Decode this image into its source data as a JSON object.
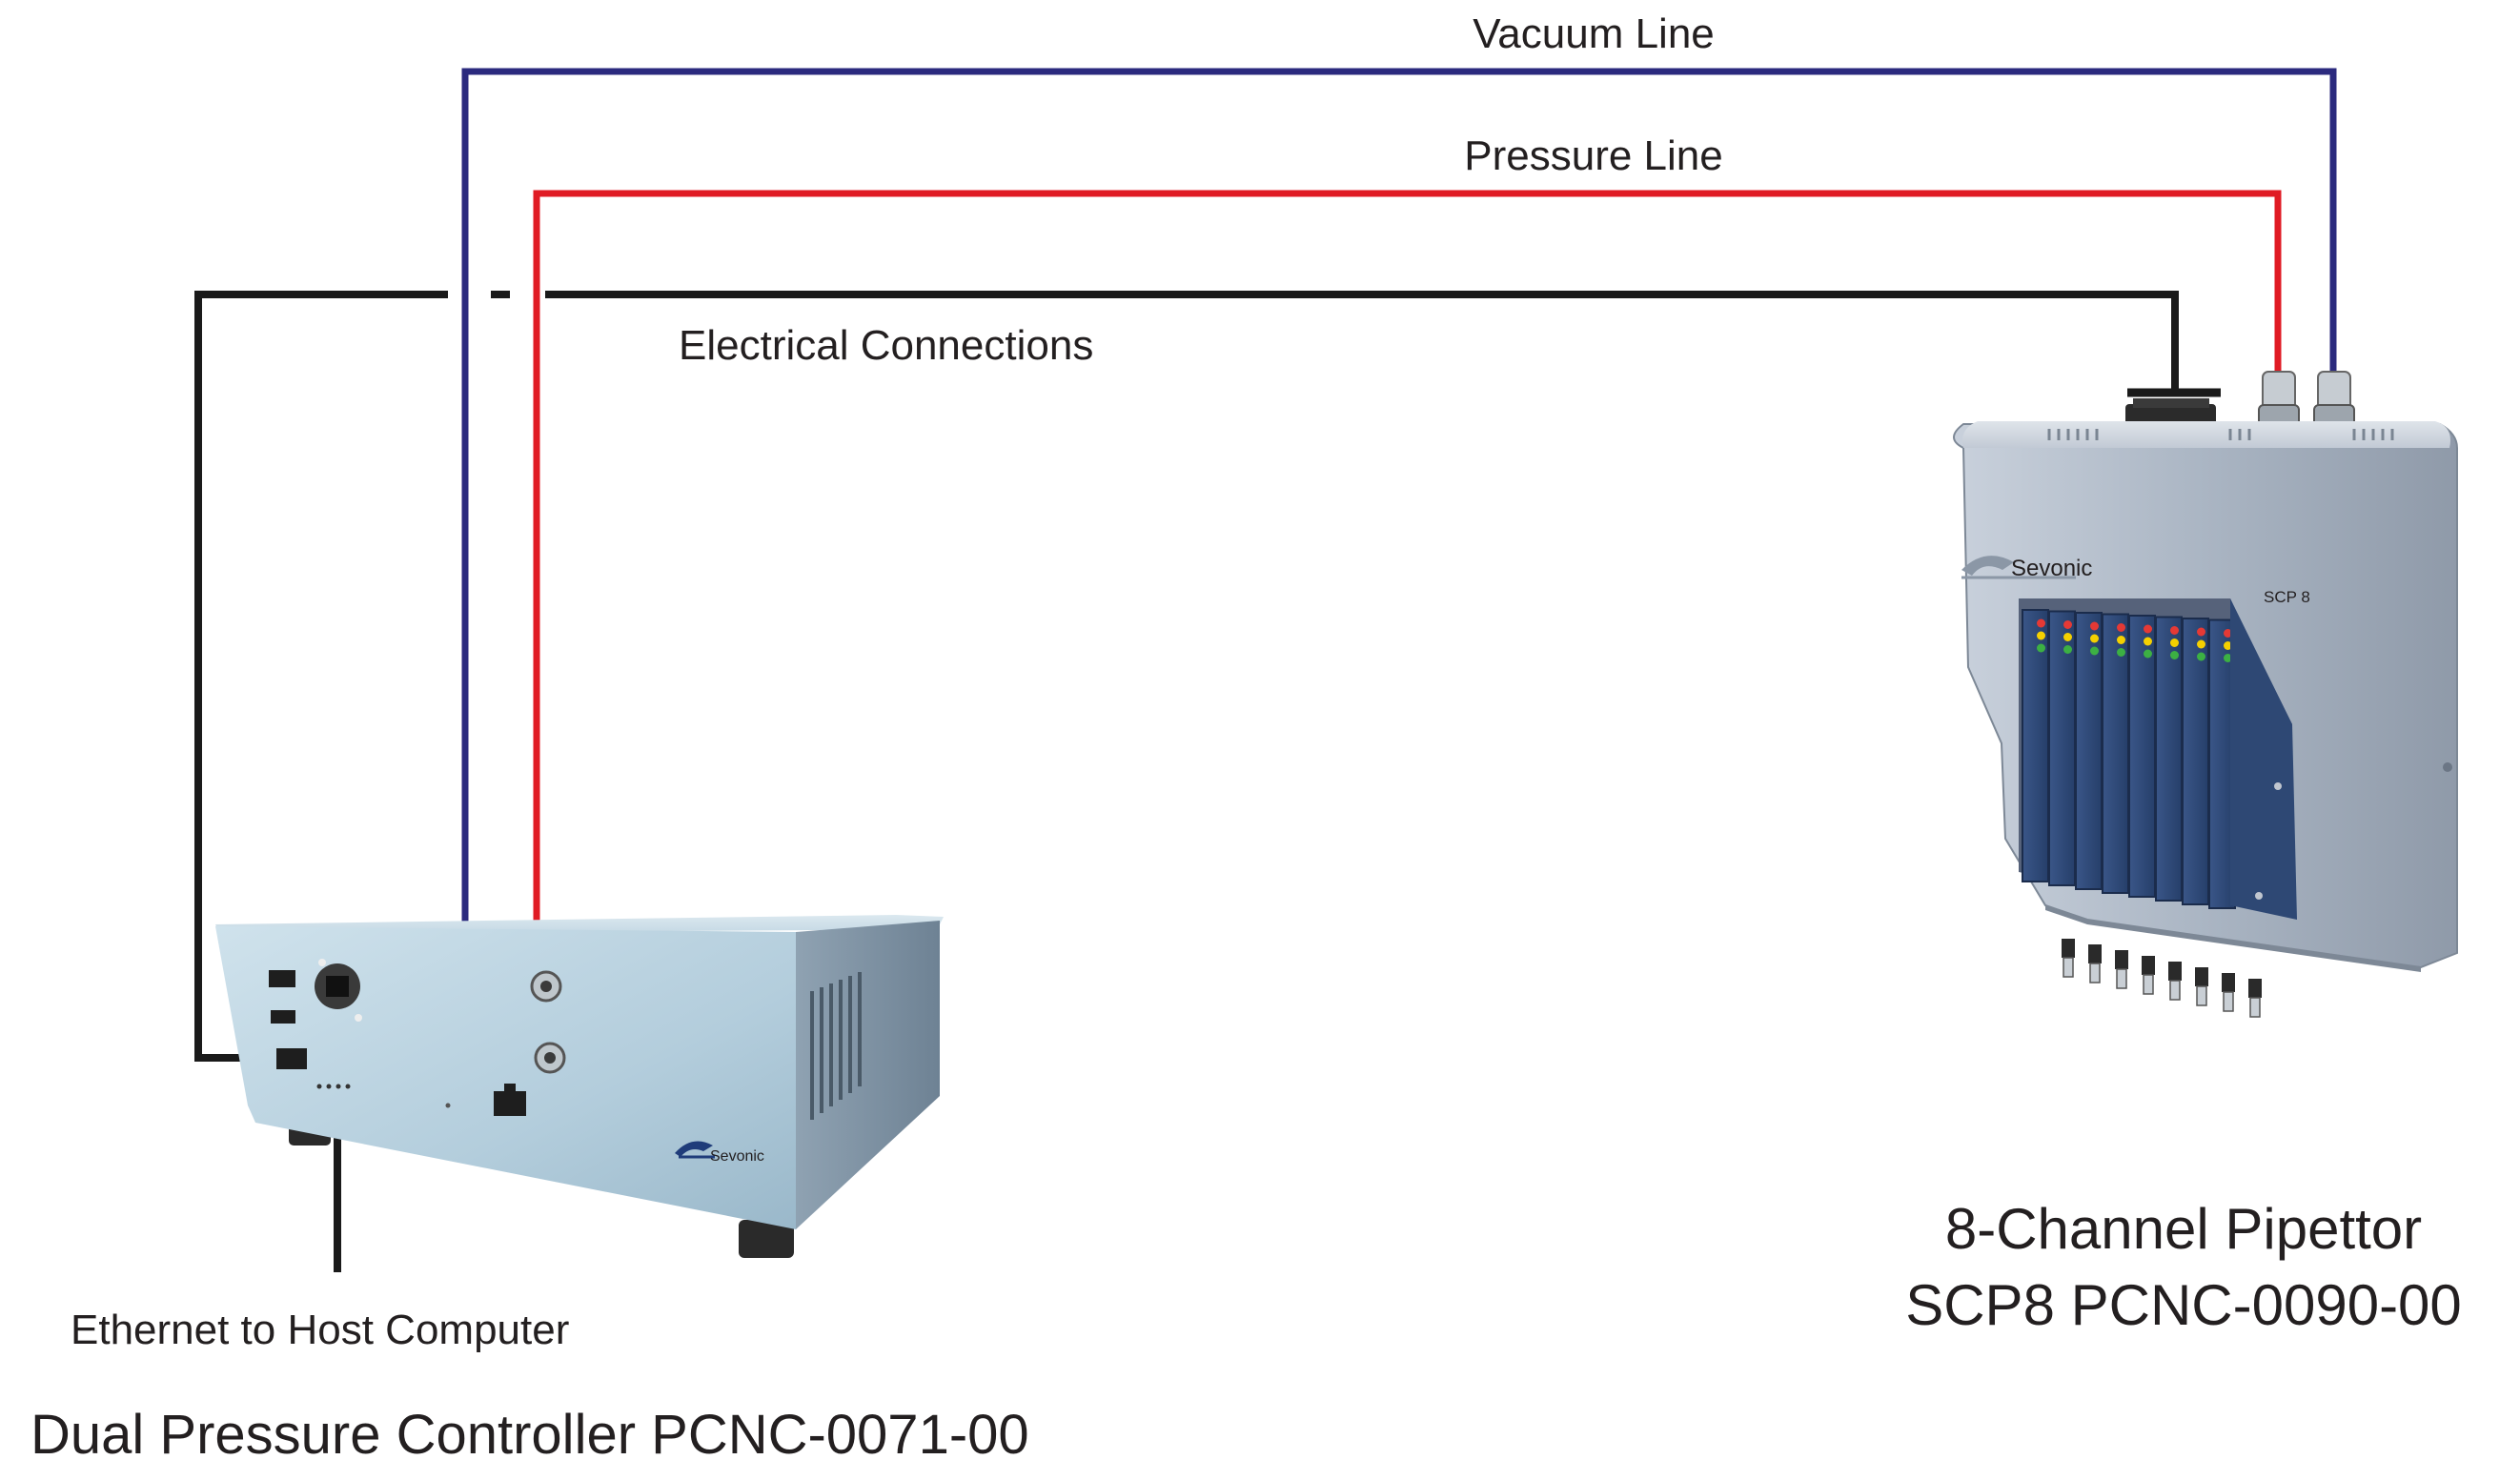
{
  "labels": {
    "vacuum_line": "Vacuum Line",
    "pressure_line": "Pressure Line",
    "electrical_connections": "Electrical Connections",
    "ethernet": "Ethernet to Host Computer",
    "controller_title": "Dual Pressure Controller PCNC-0071-00",
    "pipettor_title": "8-Channel Pipettor",
    "pipettor_model": "SCP8  PCNC-0090-00"
  },
  "device_markings": {
    "controller_brand": "Sevonic",
    "pipettor_brand": "Sevonic",
    "pipettor_model_plate": "SCP 8"
  },
  "colors": {
    "vacuum_line": "#2b2a7e",
    "pressure_line": "#e01b24",
    "electrical": "#1a1a1a",
    "controller_body": "#b9d2e0",
    "pipettor_body": "#aeb8c6",
    "channel_module": "#2f4a78"
  },
  "pipettor": {
    "channel_count": 8,
    "led_colors": [
      "#e53935",
      "#f4d000",
      "#3cb043"
    ]
  }
}
